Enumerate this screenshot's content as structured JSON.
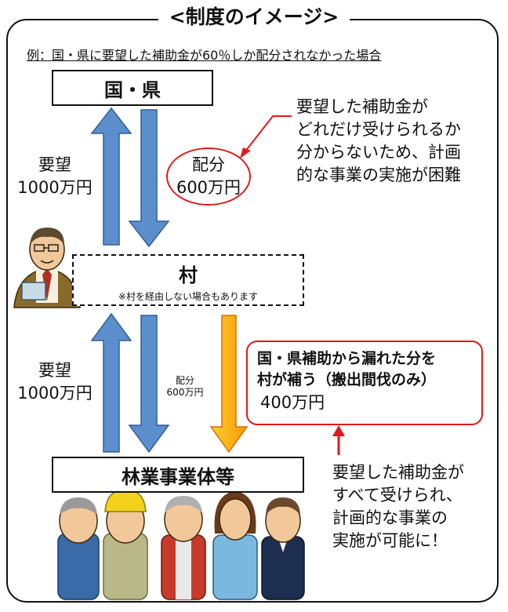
{
  "title": "<制度のイメージ>",
  "example": "例：国・県に要望した補助金が60％しか配分されなかった場合",
  "kuni_ken": "国・県",
  "mura": {
    "title": "村",
    "note": "※村を経由しない場合もあります"
  },
  "upper": {
    "request": [
      "要望",
      "1000万円"
    ],
    "allocation": [
      "配分",
      "600万円"
    ],
    "note": [
      "要望した補助金が",
      "どれだけ受けられるか",
      "分からないため、計画",
      "的な事業の実施が困難"
    ]
  },
  "lower": {
    "request": [
      "要望",
      "1000万円"
    ],
    "allocation": [
      "配分",
      "600万円"
    ],
    "box": {
      "line1": "国・県補助から漏れた分を",
      "line2": "村が補う（搬出間伐のみ）",
      "amount": "400万円"
    },
    "note": [
      "要望した補助金が",
      "すべて受けられ、",
      "計画的な事業の",
      "実施が可能に！"
    ]
  },
  "forestry": "林業事業体等",
  "colors": {
    "blue_arrow": "#5b8fcc",
    "orange_arrow": "#ffb020",
    "red": "#e11a1a"
  },
  "icons": [
    "official-figure-icon",
    "worker-group-icon"
  ]
}
